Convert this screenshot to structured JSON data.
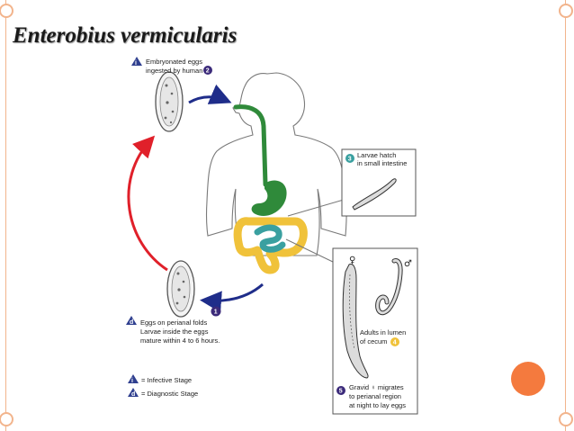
{
  "slide": {
    "title": "Enterobius vermicularis"
  },
  "diagram": {
    "step1_label_lines": [
      "Eggs on perianal folds",
      "Larvae inside the eggs",
      "mature within 4 to 6 hours."
    ],
    "step1_number": "1",
    "step1_stage": "d",
    "step2_label_lines": [
      "Embryonated eggs",
      "ingested by human"
    ],
    "step2_number": "2",
    "step2_stage": "i",
    "step3_label_lines": [
      "Larvae hatch",
      "in small intestine"
    ],
    "step3_number": "3",
    "step4_label_lines": [
      "Adults in lumen",
      "of cecum"
    ],
    "step4_number": "4",
    "step5_label_lines": [
      "Gravid ♀ migrates",
      "to perianal region",
      "at night to lay eggs"
    ],
    "step5_number": "5",
    "female_symbol": "♀",
    "male_symbol": "♂",
    "legend": [
      {
        "letter": "i",
        "text": "= Infective Stage"
      },
      {
        "letter": "d",
        "text": "= Diagnostic Stage"
      }
    ],
    "colors": {
      "number_circle": "#3b2a7a",
      "stage_triangle": "#2f3f8f",
      "arrow_blue": "#1f2d8a",
      "arrow_red": "#e0202a",
      "digestive_green": "#2f8a3a",
      "colon_yellow": "#f0c23a",
      "intestine_teal": "#3aa0a0",
      "accent_orange": "#f47a3e",
      "frame": "#f2b48c"
    }
  }
}
